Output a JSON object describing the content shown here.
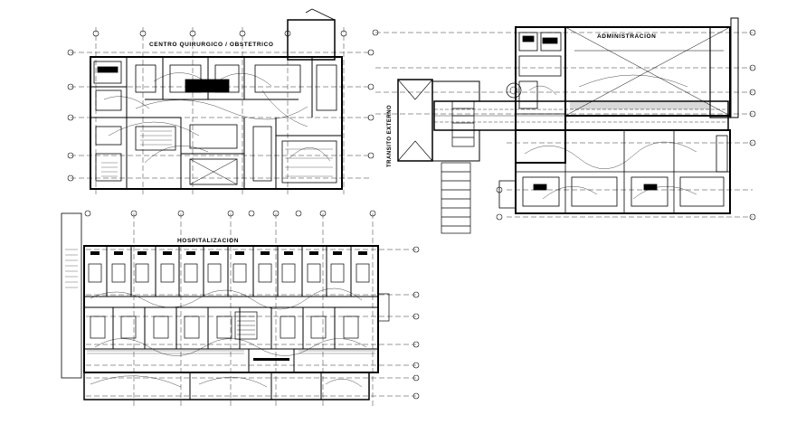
{
  "drawing": {
    "plan_surgical": {
      "title": "CENTRO QUIRURGICO / OBSTETRICO",
      "sub_label": ""
    },
    "plan_admin": {
      "title": "ADMINISTRACION",
      "corridor_label": "TRANSITO EXTERNO"
    },
    "plan_hospital": {
      "title": "HOSPITALIZACION"
    }
  },
  "colors": {
    "ink": "#000000",
    "paper": "#ffffff",
    "hatch": "#555555"
  }
}
